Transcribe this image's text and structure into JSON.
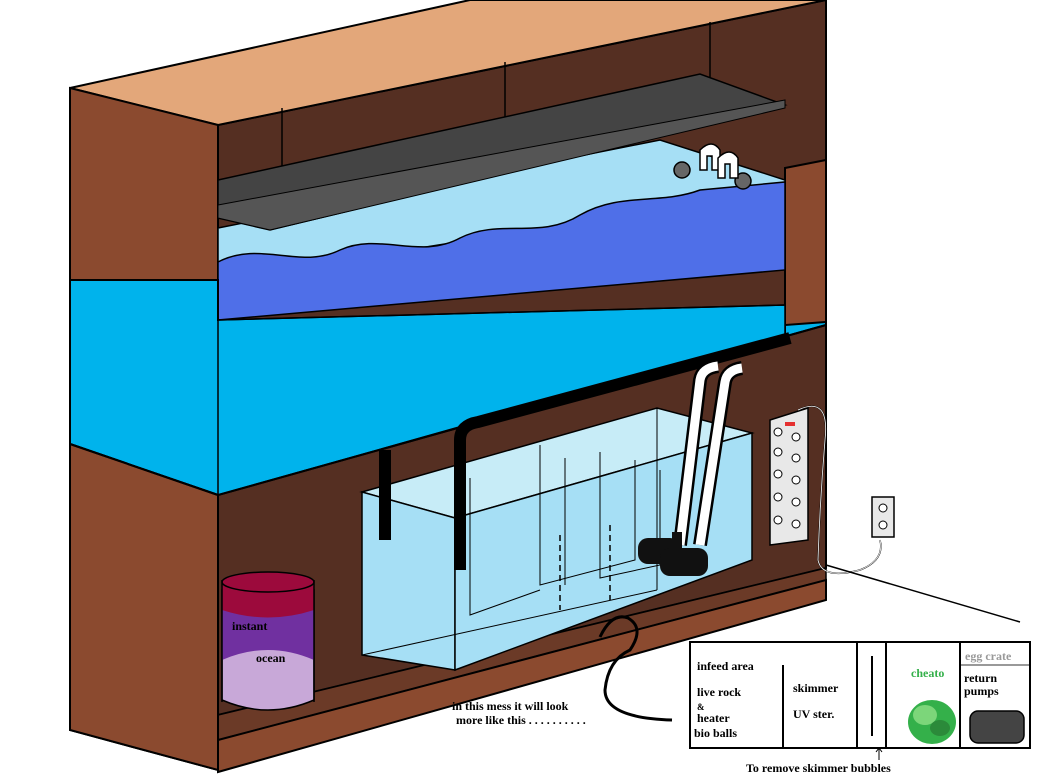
{
  "colors": {
    "wood_front": "#8b4a2f",
    "wood_top": "#e3a77a",
    "wood_inner": "#552f22",
    "tank_front": "#00b3ec",
    "water": "#4f6fe8",
    "water_light": "#a6dff5",
    "light_hood": "#444444",
    "sump_glass": "#a6dff5",
    "salt_top": "#9c0a3c",
    "salt_mid": "#7030a0",
    "salt_low": "#c8a8d8",
    "cheato": "#34b04a",
    "egg_crate": "#999999"
  },
  "salt_bucket": {
    "line1": "instant",
    "line2": "ocean"
  },
  "note": {
    "line1": "in  this mess it will look",
    "line2": "more like this . . . . . . . . . ."
  },
  "plan": {
    "infeed": "infeed area",
    "live_rock": "live rock",
    "amp": "&",
    "heater": "heater",
    "bio_balls": "bio balls",
    "skimmer": "skimmer",
    "uv": "UV ster.",
    "cheato": "cheato",
    "egg_crate": "egg crate",
    "return1": "return",
    "return2": "pumps",
    "baffle_caption": "To remove skimmer bubbles"
  },
  "icons": [
    "power-strip-icon",
    "wall-outlet-icon",
    "return-pump-icon",
    "cheato-clump-icon",
    "arrow-up-icon"
  ]
}
